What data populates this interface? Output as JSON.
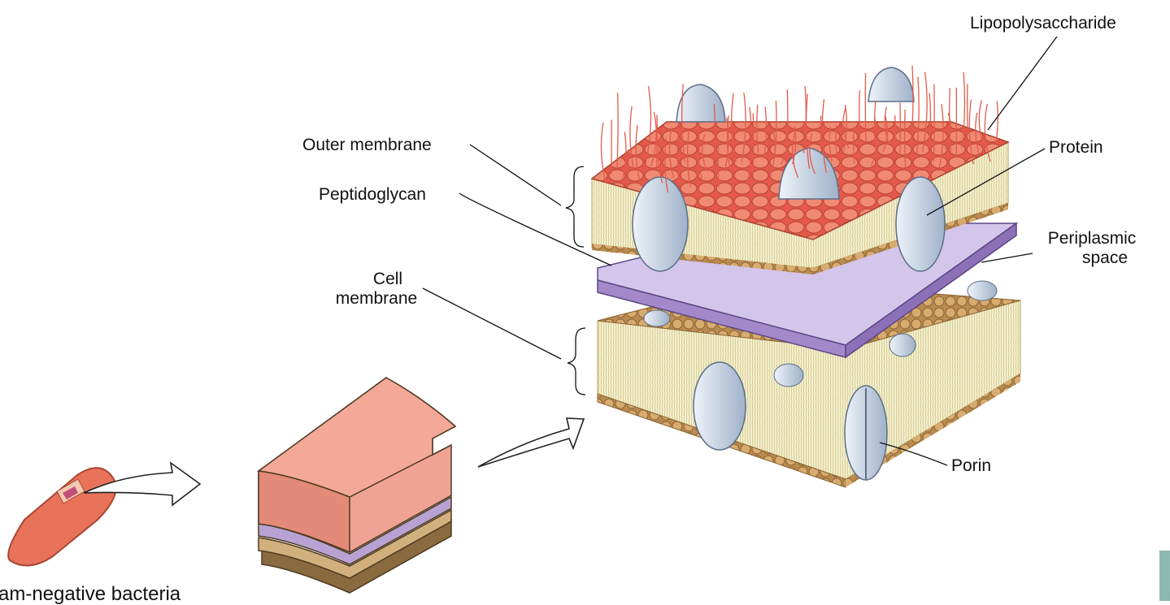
{
  "labels": {
    "lipopolysaccharide": "Lipopolysaccharide",
    "outer_membrane": "Outer membrane",
    "protein": "Protein",
    "peptidoglycan": "Peptidoglycan",
    "periplasmic_space_line1": "Periplasmic",
    "periplasmic_space_line2": "space",
    "cell_membrane_line1": "Cell",
    "cell_membrane_line2": "membrane",
    "porin": "Porin",
    "caption": "am-negative bacteria"
  },
  "colors": {
    "outer_membrane_heads": "#ee7a64",
    "lps_chains": "#e35b4c",
    "protein": "#c9d6e6",
    "peptidoglycan": "#b7a2d6",
    "inner_heads": "#c89a5a",
    "lipid_tails": "#f2ecc8",
    "corner_tab": "#8fb7b2"
  }
}
